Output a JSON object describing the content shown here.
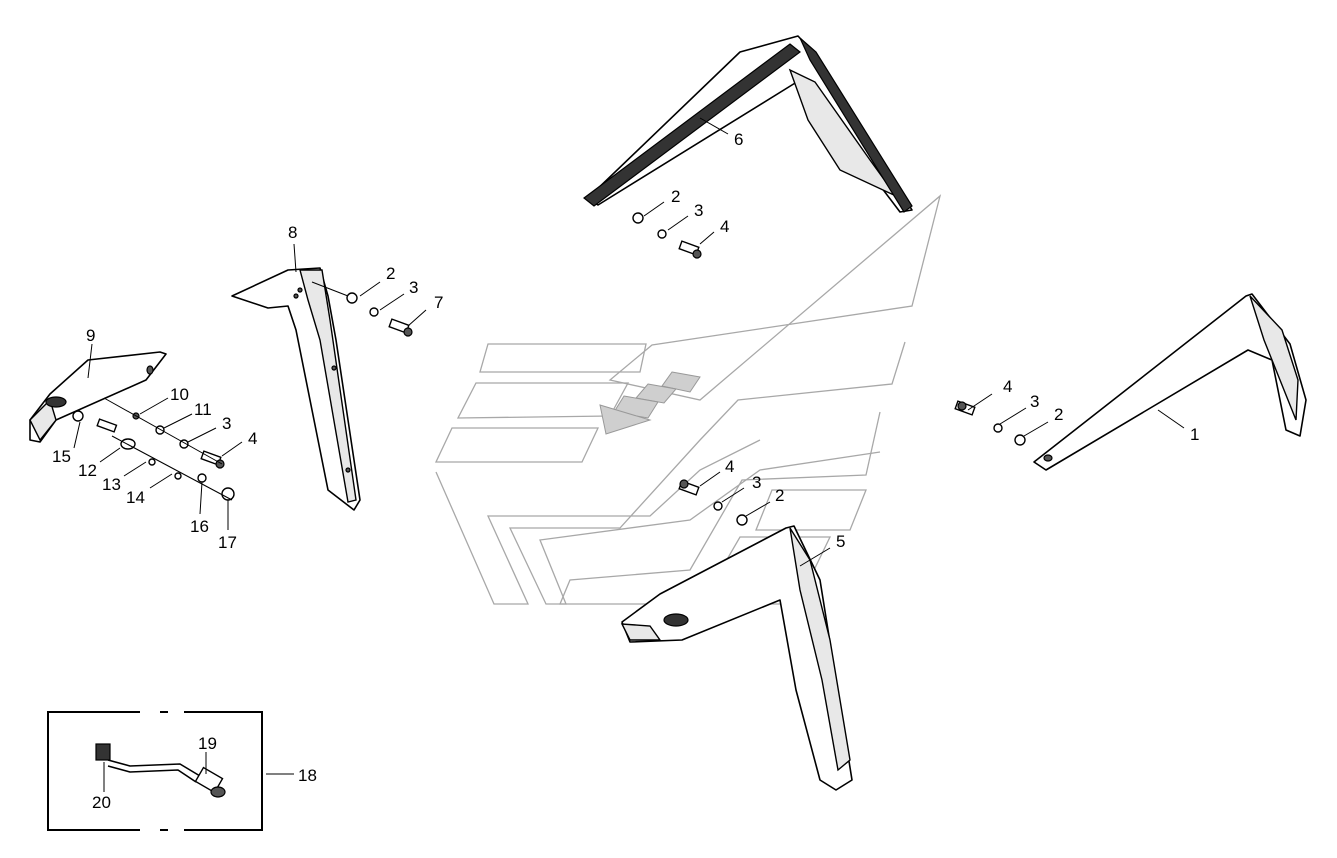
{
  "callouts": {
    "c1": "1",
    "c2_a": "2",
    "c3_a": "3",
    "c4_a": "4",
    "c6": "6",
    "c2_b": "2",
    "c3_b": "3",
    "c7": "7",
    "c8": "8",
    "c9": "9",
    "c10": "10",
    "c11": "11",
    "c3_c": "3",
    "c4_c": "4",
    "c15": "15",
    "c12": "12",
    "c13": "13",
    "c14": "14",
    "c16": "16",
    "c17": "17",
    "c4_d": "4",
    "c3_d": "3",
    "c2_d": "2",
    "c4_e": "4",
    "c3_e": "3",
    "c2_e": "2",
    "c5": "5",
    "c18": "18",
    "c19": "19",
    "c20": "20"
  }
}
